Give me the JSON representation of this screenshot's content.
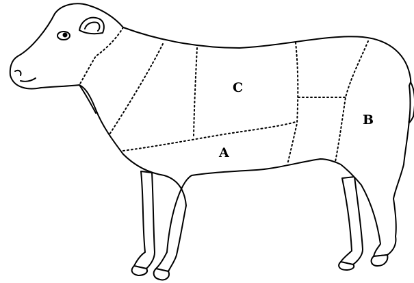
{
  "regions": [
    {
      "id": "A",
      "label": "A"
    },
    {
      "id": "B",
      "label": "B"
    },
    {
      "id": "C",
      "label": "C"
    }
  ],
  "colors": {
    "stroke": "#000000",
    "background": "#ffffff"
  }
}
